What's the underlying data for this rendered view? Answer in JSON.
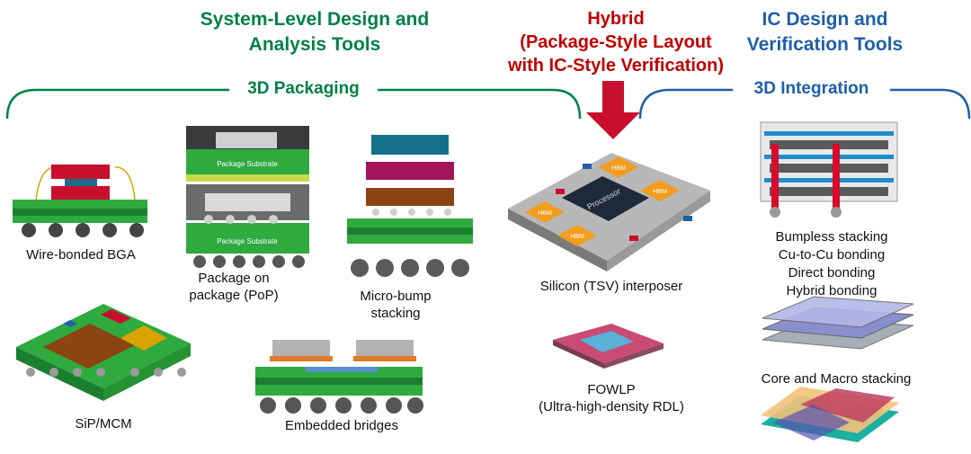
{
  "headers": {
    "system": {
      "line1": "System-Level Design and",
      "line2": "Analysis Tools",
      "color": "#00804a"
    },
    "hybrid": {
      "line1": "Hybrid",
      "line2": "(Package-Style Layout",
      "line3": "with IC-Style Verification)",
      "color": "#c00000"
    },
    "ic": {
      "line1": "IC Design and",
      "line2": "Verification Tools",
      "color": "#1f5fa8"
    }
  },
  "brackets": {
    "packaging": {
      "label": "3D Packaging",
      "color": "#00804a"
    },
    "integration": {
      "label": "3D Integration",
      "color": "#1f5fa8"
    }
  },
  "labels": {
    "wire_bonded": "Wire-bonded BGA",
    "pop_1": "Package on",
    "pop_2": "package (PoP)",
    "micro_1": "Micro-bump",
    "micro_2": "stacking",
    "sip": "SiP/MCM",
    "bridges": "Embedded bridges",
    "interposer": "Silicon (TSV) interposer",
    "fowlp_1": "FOWLP",
    "fowlp_2": "(Ultra-high-density RDL)",
    "bumpless_1": "Bumpless stacking",
    "bumpless_2": "Cu-to-Cu bonding",
    "bumpless_3": "Direct bonding",
    "bumpless_4": "Hybrid bonding",
    "core_macro": "Core and Macro stacking"
  },
  "art_text": {
    "pkg_substrate": "Package Substrate",
    "hbm": "HBM",
    "processor": "Processor"
  }
}
